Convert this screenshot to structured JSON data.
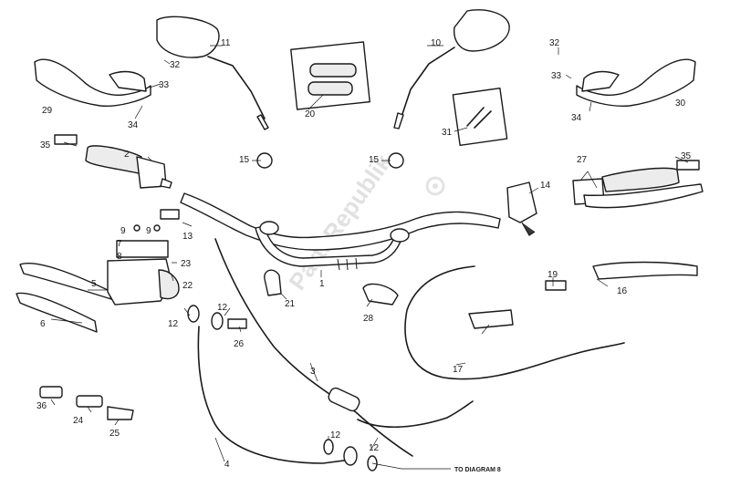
{
  "watermark": "PartsRepublik",
  "reference_note": "TO DIAGRAM 8",
  "labels": {
    "l1": "1",
    "l2": "2",
    "l3": "3",
    "l4": "4",
    "l5": "5",
    "l6": "6",
    "l7": "7",
    "l8": "8",
    "l9a": "9",
    "l9b": "9",
    "l10": "10",
    "l11": "11",
    "l12a": "12",
    "l12b": "12",
    "l12c": "12",
    "l12d": "12",
    "l13": "13",
    "l14": "14",
    "l15a": "15",
    "l15b": "15",
    "l16": "16",
    "l17": "17",
    "l19": "19",
    "l20": "20",
    "l21": "21",
    "l22": "22",
    "l23": "23",
    "l24": "24",
    "l25": "25",
    "l26": "26",
    "l27": "27",
    "l28": "28",
    "l29": "29",
    "l30": "30",
    "l31": "31",
    "l32a": "32",
    "l32b": "32",
    "l33a": "33",
    "l33b": "33",
    "l34a": "34",
    "l34b": "34",
    "l35a": "35",
    "l35b": "35",
    "l36": "36"
  }
}
